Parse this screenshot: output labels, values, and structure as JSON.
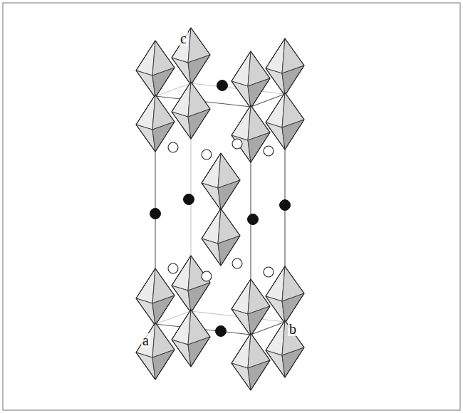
{
  "diagram": {
    "labels": [
      "c",
      "a",
      "b"
    ]
  }
}
